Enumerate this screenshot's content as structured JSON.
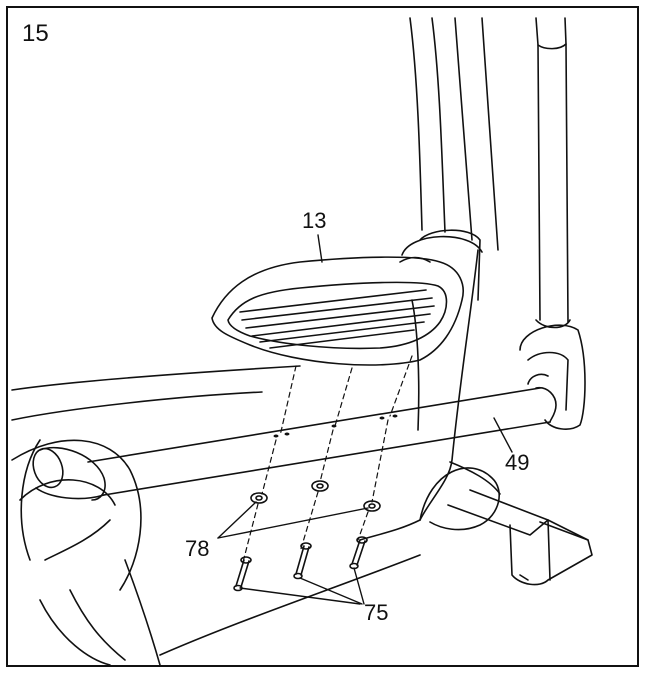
{
  "step": "15",
  "parts": {
    "footpad": "13",
    "pedal_arm": "49",
    "washers": "78",
    "screws": "75"
  }
}
